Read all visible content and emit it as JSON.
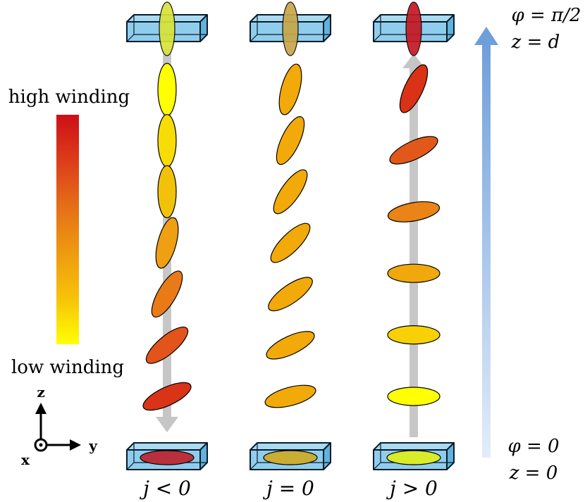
{
  "colorbar": {
    "high_label": "high winding",
    "low_label": "low winding",
    "colors": [
      "#ffff00",
      "#f7c20a",
      "#ee9a10",
      "#e56f18",
      "#dd3c1a",
      "#cc1016"
    ]
  },
  "axes": {
    "z": "z",
    "y": "y",
    "x": "x"
  },
  "right_arrow": {
    "top_line1": "φ = π/2",
    "top_line2": "z = d",
    "bottom_line1": "φ = 0",
    "bottom_line2": "z = 0",
    "color": "#6f9fdb"
  },
  "columns": [
    {
      "label": "j < 0",
      "top_ellipse_color": "#d8e338",
      "bottom_ellipse_color": "#b8303c",
      "arrow_direction": "down",
      "molecules": [
        {
          "color": "#ffff00",
          "tilt_deg": 0
        },
        {
          "color": "#f7dc06",
          "tilt_deg": 0
        },
        {
          "color": "#f2c20a",
          "tilt_deg": 0
        },
        {
          "color": "#ee9f12",
          "tilt_deg": 15
        },
        {
          "color": "#e87a18",
          "tilt_deg": 30
        },
        {
          "color": "#e3541a",
          "tilt_deg": 50
        },
        {
          "color": "#d93418",
          "tilt_deg": 65
        }
      ]
    },
    {
      "label": "j = 0",
      "top_ellipse_color": "#c7a64a",
      "bottom_ellipse_color": "#c9ad35",
      "arrow_direction": "none",
      "molecules": [
        {
          "color": "#f2a90a",
          "tilt_deg": 15
        },
        {
          "color": "#f2a90a",
          "tilt_deg": 25
        },
        {
          "color": "#f2a90a",
          "tilt_deg": 35
        },
        {
          "color": "#f2a90a",
          "tilt_deg": 45
        },
        {
          "color": "#f2a90a",
          "tilt_deg": 55
        },
        {
          "color": "#f2a90a",
          "tilt_deg": 65
        },
        {
          "color": "#f2a90a",
          "tilt_deg": 75
        }
      ]
    },
    {
      "label": "j > 0",
      "top_ellipse_color": "#c41822",
      "bottom_ellipse_color": "#d8ec2a",
      "arrow_direction": "up",
      "molecules": [
        {
          "color": "#d93216",
          "tilt_deg": 25
        },
        {
          "color": "#e1581a",
          "tilt_deg": 65
        },
        {
          "color": "#ea8416",
          "tilt_deg": 80
        },
        {
          "color": "#f1a80c",
          "tilt_deg": 90
        },
        {
          "color": "#f7d106",
          "tilt_deg": 90
        },
        {
          "color": "#ffff00",
          "tilt_deg": 90
        }
      ]
    }
  ]
}
